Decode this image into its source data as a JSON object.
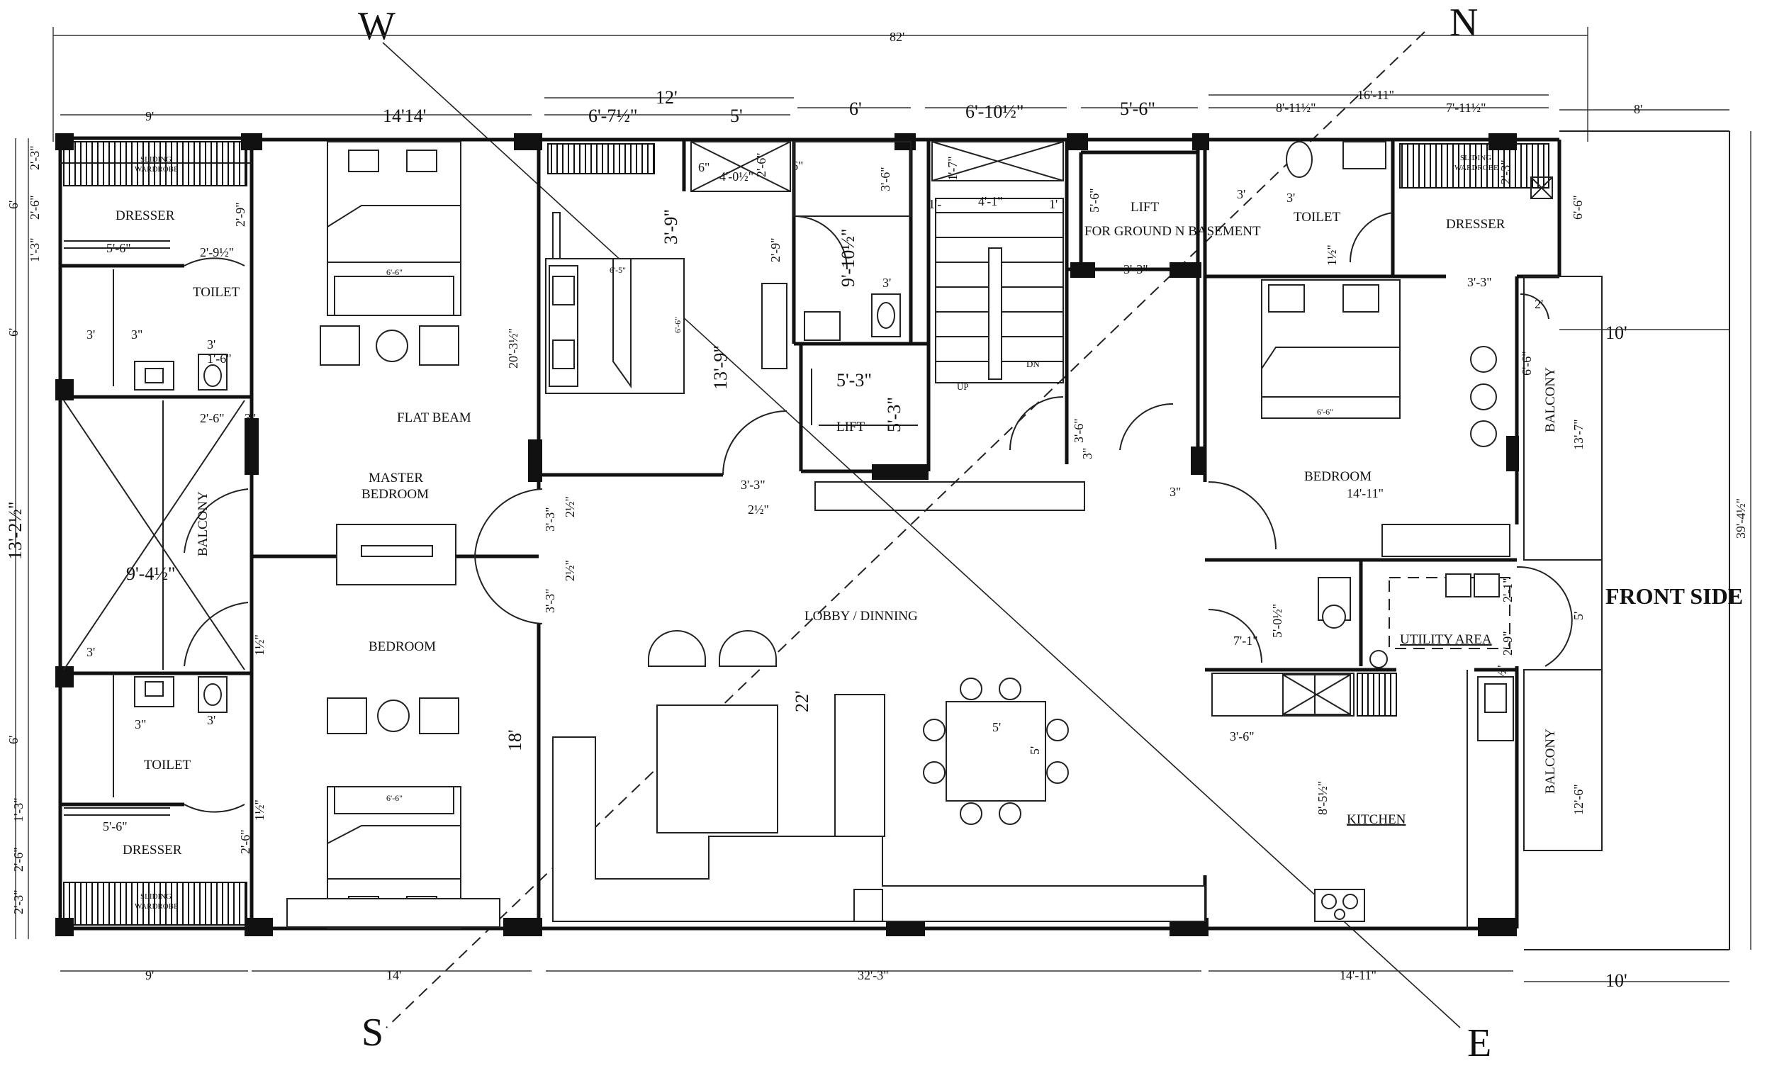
{
  "compass": {
    "w": "W",
    "n": "N",
    "s": "S",
    "e": "E"
  },
  "front_side": "FRONT SIDE",
  "rooms": {
    "dresser_top": "DRESSER",
    "sliding_wardrobe_top": [
      "SLIDING",
      "WARDROBE"
    ],
    "toilet_top_left": "TOILET",
    "balcony_left": "BALCONY",
    "flat_beam": "FLAT BEAM",
    "master_bedroom": [
      "MASTER",
      "BEDROOM"
    ],
    "bedroom_left": "BEDROOM",
    "toilet_bottom_left": "TOILET",
    "dresser_bottom": "DRESSER",
    "sliding_wardrobe_bottom": [
      "SLIDING",
      "WARDROBE"
    ],
    "lift_small": "LIFT",
    "lift_main": [
      "LIFT",
      "FOR GROUND N BASEMENT"
    ],
    "up": "UP",
    "dn": "DN",
    "lobby": "LOBBY / DINNING",
    "toilet_right": "TOILET",
    "dresser_right": "DRESSER",
    "sliding_wardrobe_right": [
      "SLIDING",
      "WARDROBE"
    ],
    "bedroom_right": "BEDROOM",
    "balcony_right_top": "BALCONY",
    "utility_area": "UTILITY AREA",
    "kitchen": "KITCHEN",
    "balcony_right_bottom": "BALCONY"
  },
  "dims": {
    "overall_width": "82'",
    "top_9": "9'",
    "top_14": "14'14'",
    "top_12": "12'",
    "top_6_7": "6'-7½\"",
    "top_5": "5'",
    "top_6": "6'",
    "top_6_10": "6'-10½\"",
    "top_5_6": "5'-6\"",
    "top_16_11": "16'-11\"",
    "top_8_11": "8'-11½\"",
    "top_7_11": "7'-11½\"",
    "top_8": "8'",
    "bottom_9": "9'",
    "bottom_14": "14'",
    "bottom_32_3": "32'-3\"",
    "bottom_14_11": "14'-11\"",
    "bottom_10": "10'",
    "right_10": "10'",
    "right_39_4": "39'-4½\"",
    "left_2_3_top": "2'-3\"",
    "left_6_top": "6'",
    "left_2_6_top": "2'-6\"",
    "left_1_3_top": "1'-3\"",
    "left_6_mid": "6'",
    "left_13_2": "13'-2½\"",
    "left_6_low": "6'",
    "left_1_3_bot": "1'-3\"",
    "left_2_6_bot": "2'-6\"",
    "left_2_3_bot": "2'-3\"",
    "d_2_9_a": "2'-9\"",
    "d_2_9_b": "2'-9½\"",
    "d_5_6_a": "5'-6\"",
    "d_3_a": "3'",
    "d_3in_a": "3\"",
    "d_1_6": "1'-6\"",
    "d_3_b": "3'",
    "d_2_6_a": "2'-6\"",
    "d_3in_b": "3\"",
    "d_9_4": "9'-4½\"",
    "d_3_c": "3'",
    "d_3in_c": "3\"",
    "d_3_d": "3'",
    "d_1_2": "1½\"",
    "d_1_2_b": "1½\"",
    "d_5_6_b": "5'-6\"",
    "d_2_6_b": "2'-6\"",
    "d_20_3": "20'-3½\"",
    "d_6_6_a": "6'-6\"",
    "d_6_6_b": "6'-6\"",
    "d_3_3_a": "3'-3\"",
    "d_2_2_a": "2½\"",
    "d_3_3_b": "3'-3\"",
    "d_2_2_b": "2½\"",
    "d_18": "18'",
    "d_3_9": "3'-9\"",
    "d_6_5": "6'-5\"",
    "d_6_6_c": "6'-6\"",
    "d_13_9": "13'-9\"",
    "d_6in": "6\"",
    "d_4_0": "4'-0½\"",
    "d_2_6_c": "2'-6\"",
    "d_6in_b": "6\"",
    "d_2_9_c": "2'-9\"",
    "d_9_10": "9'-10½\"",
    "d_3_6_a": "3'-6\"",
    "d_3_e": "3'",
    "d_5_3_a": "5'-3\"",
    "d_5_3_b": "5'-3\"",
    "d_3_3_c": "3'-3\"",
    "d_2_2_c": "2½\"",
    "d_22": "22'",
    "d_1_7": "1'-7\"",
    "d_1_a": "1'-",
    "d_4_1": "4'-1\"",
    "d_1_b": "1'",
    "d_5_6_c": "5'-6\"",
    "d_3_3_d": "3'-3\"",
    "d_3_6_b": "3'-6\"",
    "d_3in_d": "3\"",
    "d_5_b": "5'",
    "d_5_c": "5'",
    "d_3_f": "3'",
    "d_3_g": "3'",
    "d_1_2_c": "1½\"",
    "d_3_3_e": "3'-3\"",
    "d_2_3_r": "2'-3\"",
    "d_6_6_r": "6'-6\"",
    "d_2_r": "2'",
    "d_6_6_rr": "6'-6\"",
    "d_6_6_bed": "6'-6\"",
    "d_13_7": "13'-7\"",
    "d_14_11": "14'-11\"",
    "d_3in_e": "3\"",
    "d_5_0": "5'-0½\"",
    "d_7_1": "7'-1\"",
    "d_2_1": "2'-1\"",
    "d_2_9_r": "2'-9\"",
    "d_5_r": "5'",
    "d_2_2_r": "2½\"",
    "d_3_6_k": "3'-6\"",
    "d_8_5": "8'-5½\"",
    "d_12_6": "12'-6\""
  }
}
